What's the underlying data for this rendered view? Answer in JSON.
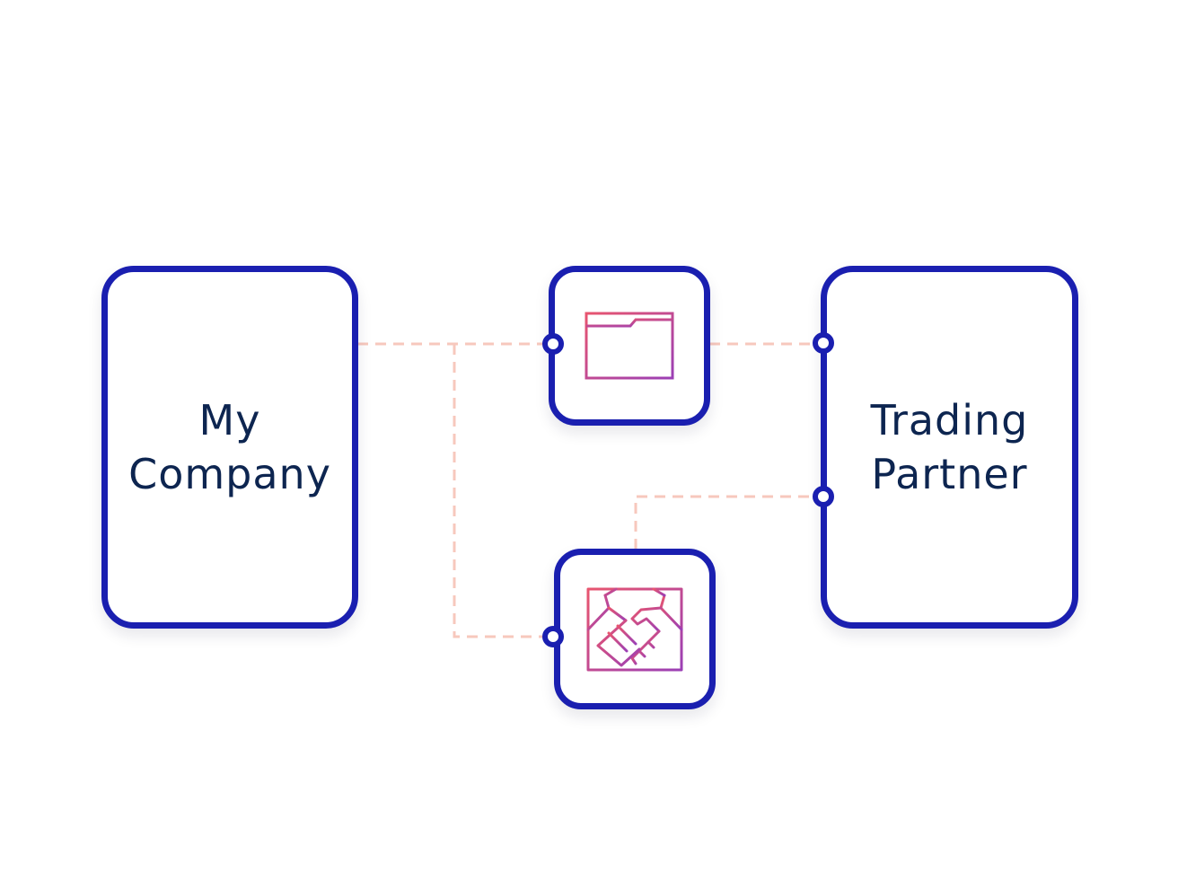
{
  "colors": {
    "frame": "#1a1fb0",
    "text": "#0d2550",
    "connector_line": "#f7c8bd",
    "icon_gradient_start": "#e8556f",
    "icon_gradient_end": "#9b3fb5"
  },
  "nodes": {
    "my_company": {
      "line1": "My",
      "line2": "Company"
    },
    "trading_partner": {
      "line1": "Trading",
      "line2": "Partner"
    },
    "document_node": {
      "icon": "browser-document-icon"
    },
    "agreement_node": {
      "icon": "handshake-icon"
    }
  }
}
